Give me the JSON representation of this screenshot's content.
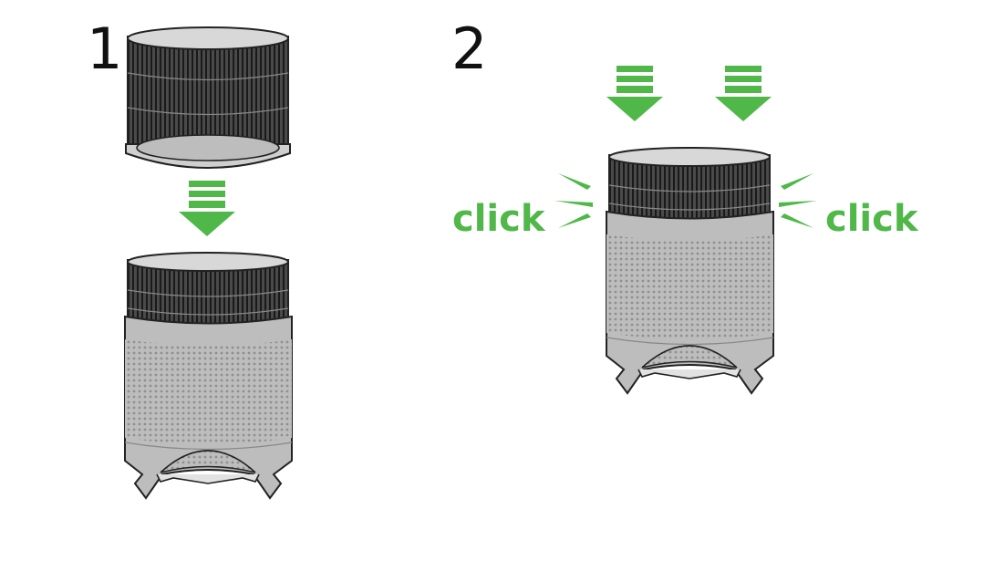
{
  "steps": [
    {
      "number": "1"
    },
    {
      "number": "2",
      "left_label": "click",
      "right_label": "click"
    }
  ],
  "colors": {
    "accent": "#4fb848",
    "body": "#bdbdbd",
    "outline": "#222222"
  }
}
